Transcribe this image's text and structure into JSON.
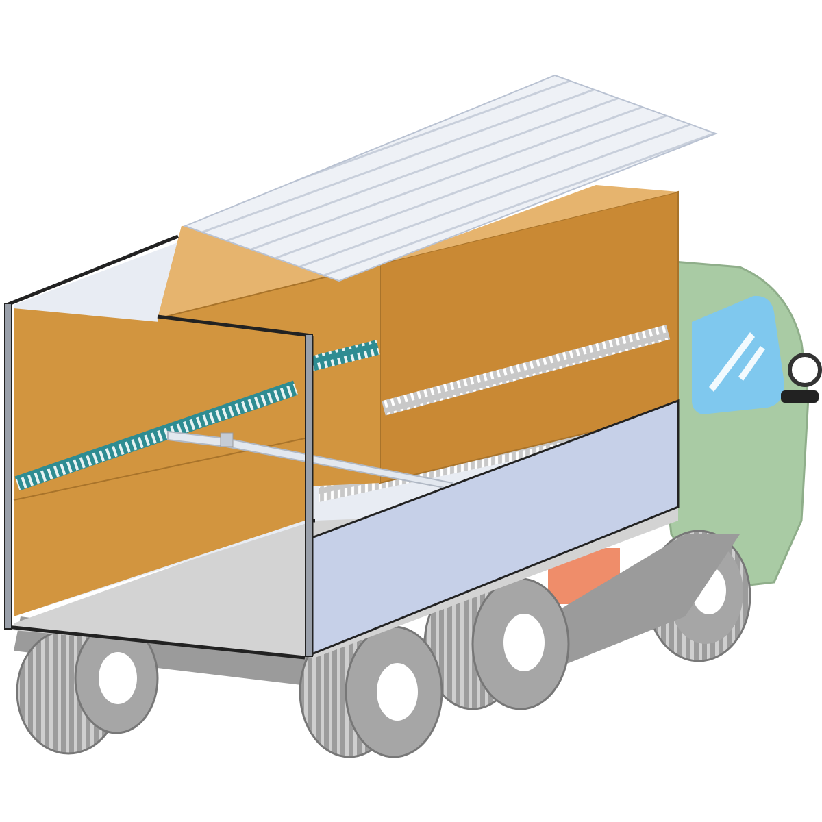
{
  "illustration": {
    "subject": "truck-cargo-loading",
    "colors": {
      "cargo_box": "#d2953f",
      "cargo_box_dark": "#c98934",
      "cargo_box_top": "#e6b46e",
      "roof_panel": "#e8ecf3",
      "roof_panel_lines": "#c9d0dc",
      "side_panel": "#c6d0e8",
      "floor": "#d3d3d3",
      "cab": "#a9cba4",
      "window": "#7fc8ee",
      "tire": "#9a9a9a",
      "tire_inner": "#ffffff",
      "rail_teal": "#2e8c92",
      "rail_gray": "#dcdcdc",
      "reflector": "#ef8d6a",
      "frame": "#222222"
    },
    "elements": [
      "cargo-box",
      "cargo-box-rear",
      "roof-panel",
      "side-panel",
      "cargo-bar",
      "tire",
      "cab",
      "cab-window",
      "side-mirror",
      "reflector"
    ]
  }
}
